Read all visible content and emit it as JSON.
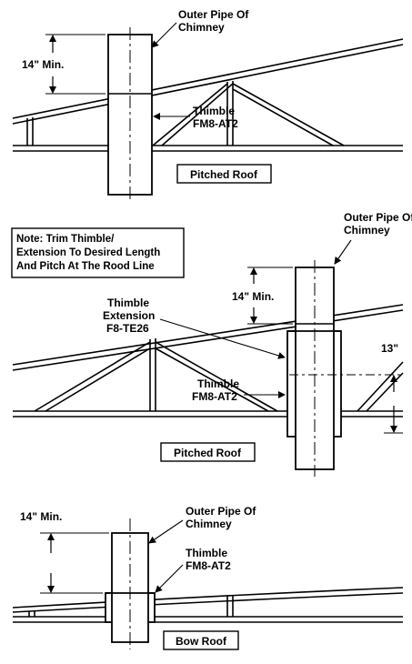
{
  "colors": {
    "ink": "#000000",
    "paper": "#ffffff"
  },
  "diagram1": {
    "dim_label": "14\" Min.",
    "pipe_label": [
      "Outer Pipe Of",
      "Chimney"
    ],
    "thimble_label": [
      "Thimble",
      "FM8-AT2"
    ],
    "roof_label": "Pitched Roof"
  },
  "diagram2": {
    "note": [
      "Note:  Trim Thimble/",
      "Extension To Desired Length",
      "And Pitch At The Rood Line"
    ],
    "pipe_label": [
      "Outer Pipe Of",
      "Chimney"
    ],
    "dim_label": "14\" Min.",
    "extension_label": [
      "Thimble",
      "Extension",
      "F8-TE26"
    ],
    "thimble_label": [
      "Thimble",
      "FM8-AT2"
    ],
    "height_label": "13\"",
    "roof_label": "Pitched Roof"
  },
  "diagram3": {
    "dim_label": "14\" Min.",
    "pipe_label": [
      "Outer Pipe Of",
      "Chimney"
    ],
    "thimble_label": [
      "Thimble",
      "FM8-AT2"
    ],
    "roof_label": "Bow Roof"
  }
}
